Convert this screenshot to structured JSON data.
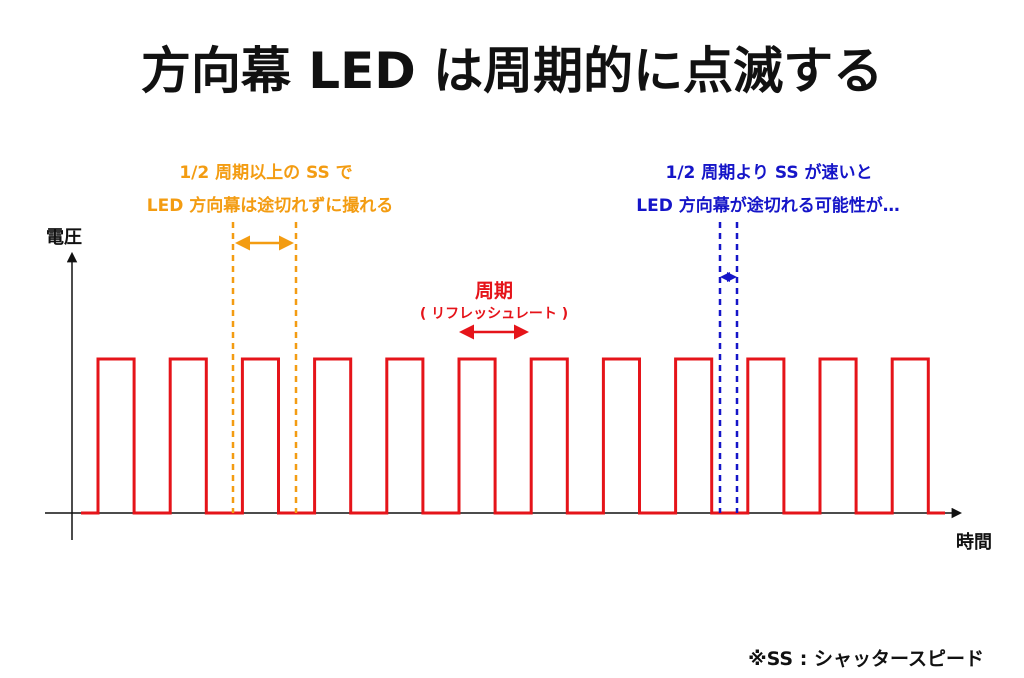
{
  "title": "方向幕 LED は周期的に点滅する",
  "axes": {
    "y_label": "電圧",
    "x_label": "時間"
  },
  "orange_note": {
    "line1": "1/2 周期以上の SS で",
    "line2": "LED 方向幕は途切れずに撮れる"
  },
  "blue_note": {
    "line1": "1/2 周期より SS が速いと",
    "line2": "LED 方向幕が途切れる可能性が…"
  },
  "period_label": {
    "title": "周期",
    "subtitle": "( リフレッシュレート )"
  },
  "footnote": "※SS : シャッタースピード",
  "colors": {
    "signal": "#e5141a",
    "orange": "#f39c12",
    "blue": "#1515c8",
    "axis": "#111111"
  },
  "signal": {
    "type": "square-wave",
    "pulses": 12,
    "duty_cycle": 0.5
  }
}
